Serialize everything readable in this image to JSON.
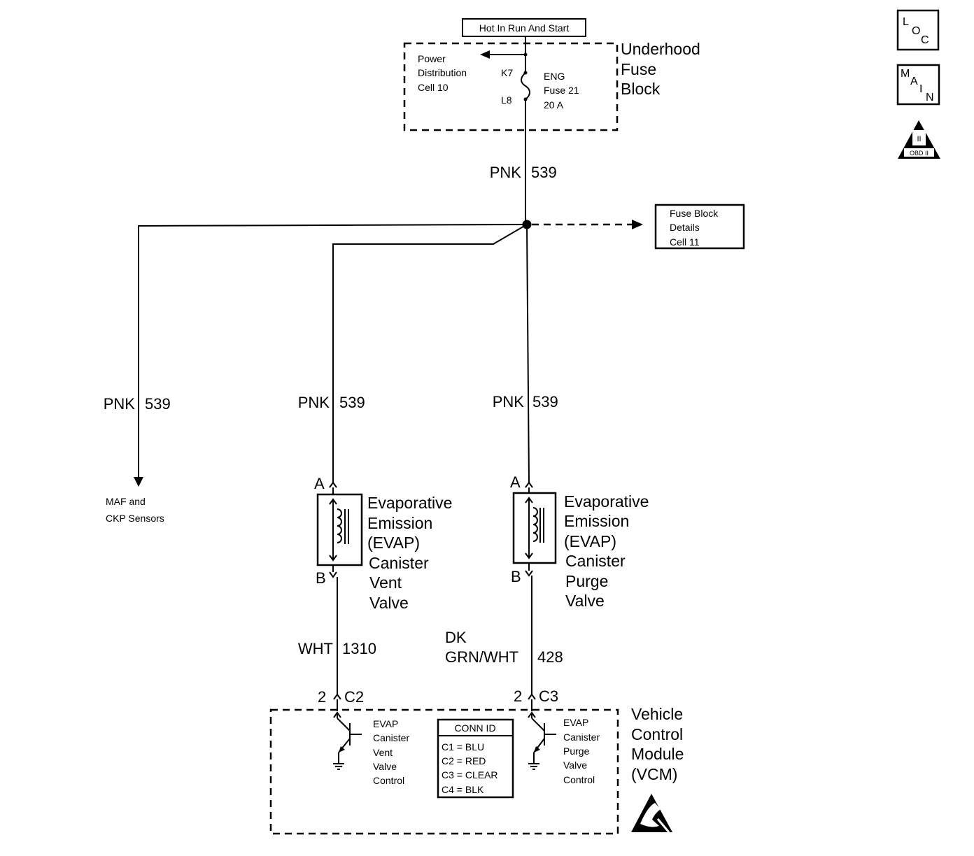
{
  "source": {
    "label": "Hot In Run And Start"
  },
  "fuse_block": {
    "name_lines": [
      "Underhood",
      "Fuse",
      "Block"
    ],
    "power_dist_lines": [
      "Power",
      "Distribution",
      "Cell 10"
    ],
    "terminal_top": "K7",
    "terminal_bottom": "L8",
    "fuse_lines": [
      "ENG",
      "Fuse 21",
      "20 A"
    ]
  },
  "fuse_details": {
    "lines": [
      "Fuse Block",
      "Details",
      "Cell 11"
    ]
  },
  "wires": {
    "main": {
      "color": "PNK",
      "circuit": "539"
    },
    "maf": {
      "color": "PNK",
      "circuit": "539"
    },
    "vent_feed": {
      "color": "PNK",
      "circuit": "539"
    },
    "purge_feed": {
      "color": "PNK",
      "circuit": "539"
    },
    "vent_ctrl": {
      "color": "WHT",
      "circuit": "1310"
    },
    "purge_ctrl": {
      "color_lines": [
        "DK",
        "GRN/WHT"
      ],
      "circuit": "428"
    }
  },
  "maf_target": {
    "lines": [
      "MAF and",
      "CKP Sensors"
    ]
  },
  "vent_valve": {
    "pin_top": "A",
    "pin_bottom": "B",
    "name_lines": [
      "Evaporative",
      "Emission",
      "(EVAP)",
      "Canister",
      "Vent",
      "Valve"
    ]
  },
  "purge_valve": {
    "pin_top": "A",
    "pin_bottom": "B",
    "name_lines": [
      "Evaporative",
      "Emission",
      "(EVAP)",
      "Canister",
      "Purge",
      "Valve"
    ]
  },
  "vcm": {
    "name_lines": [
      "Vehicle",
      "Control",
      "Module",
      "(VCM)"
    ],
    "vent_pin": "2",
    "vent_conn": "C2",
    "purge_pin": "2",
    "purge_conn": "C3",
    "vent_driver_lines": [
      "EVAP",
      "Canister",
      "Vent",
      "Valve",
      "Control"
    ],
    "purge_driver_lines": [
      "EVAP",
      "Canister",
      "Purge",
      "Valve",
      "Control"
    ],
    "conn_id": {
      "title": "CONN ID",
      "rows": [
        "C1 = BLU",
        "C2 = RED",
        "C3 = CLEAR",
        "C4 = BLK"
      ]
    }
  },
  "icons": {
    "loc": {
      "l": "L",
      "o": "O",
      "c": "C"
    },
    "main": {
      "m": "M",
      "a": "A",
      "i": "I",
      "n": "N"
    },
    "obd": {
      "roman": "II",
      "label": "OBD II"
    },
    "esd": "esd-warning-icon"
  }
}
